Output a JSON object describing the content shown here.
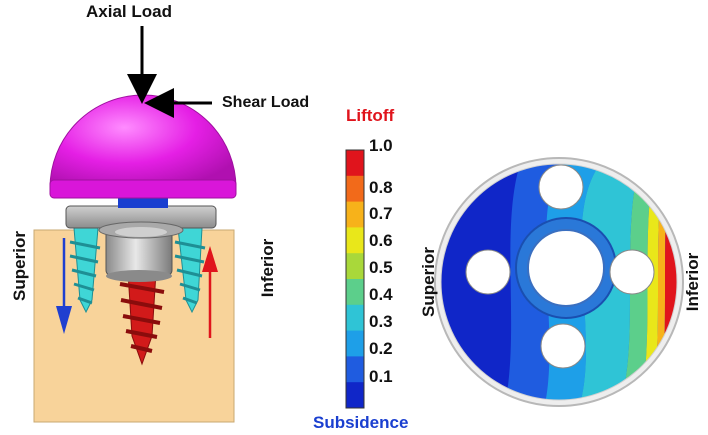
{
  "labels": {
    "axial_load": "Axial Load",
    "shear_load": "Shear Load",
    "superior": "Superior",
    "inferior": "Inferior",
    "liftoff": "Liftoff",
    "subsidence": "Subsidence"
  },
  "colorbar": {
    "ticks": [
      "1.0",
      "0.8",
      "0.7",
      "0.6",
      "0.5",
      "0.4",
      "0.3",
      "0.2",
      "0.1"
    ],
    "colors": [
      "#e0141c",
      "#f26a1a",
      "#f7b21a",
      "#e9e71a",
      "#a9d83a",
      "#5ccf8b",
      "#2fc4d6",
      "#1e9fe8",
      "#1f5ce0",
      "#1026c8"
    ]
  },
  "colors": {
    "dome": "#e51fe5",
    "screw_cyan": "#3fd6d6",
    "screw_red": "#d21a1a",
    "bone": "#f8d39a",
    "arrow_down": "#1f3fd0",
    "arrow_up": "#e0141c"
  }
}
